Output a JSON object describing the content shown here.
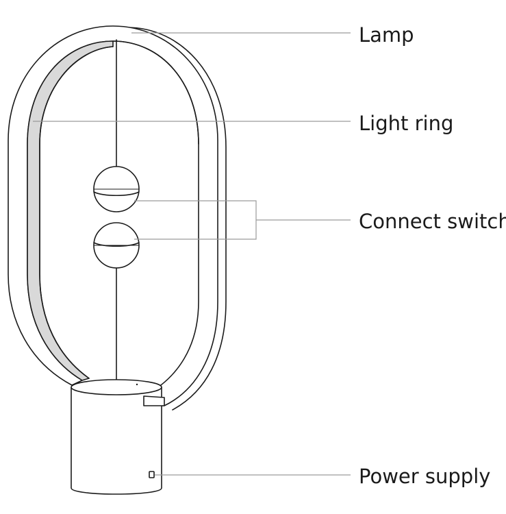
{
  "labels": {
    "lamp": "Lamp",
    "light_ring": "Light ring",
    "connect_switch": "Connect switch",
    "power_supply": "Power supply"
  },
  "colors": {
    "stroke": "#1a1a1a",
    "leader_line": "#9a9a9a",
    "light_ring_fill": "#d9d9d9",
    "background": "#ffffff"
  }
}
